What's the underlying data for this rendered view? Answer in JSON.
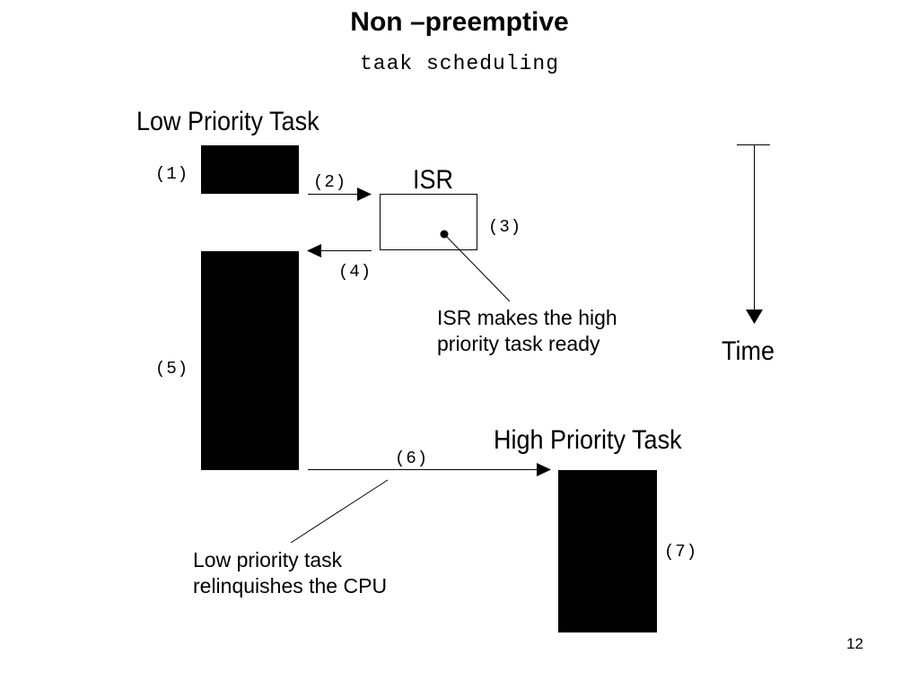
{
  "slide": {
    "title": "Non –preemptive",
    "subtitle": "taak scheduling",
    "page_number": "12"
  },
  "diagram": {
    "low_task_label": "Low Priority Task",
    "isr_label": "ISR",
    "high_task_label": "High Priority Task",
    "time_label": "Time",
    "isr_note": [
      "ISR makes the high",
      "priority task ready"
    ],
    "relinquish_note": [
      "Low priority task",
      "relinquishes the CPU"
    ],
    "steps": {
      "s1": "(1)",
      "s2": "(2)",
      "s3": "(3)",
      "s4": "(4)",
      "s5": "(5)",
      "s6": "(6)",
      "s7": "(7)"
    }
  }
}
